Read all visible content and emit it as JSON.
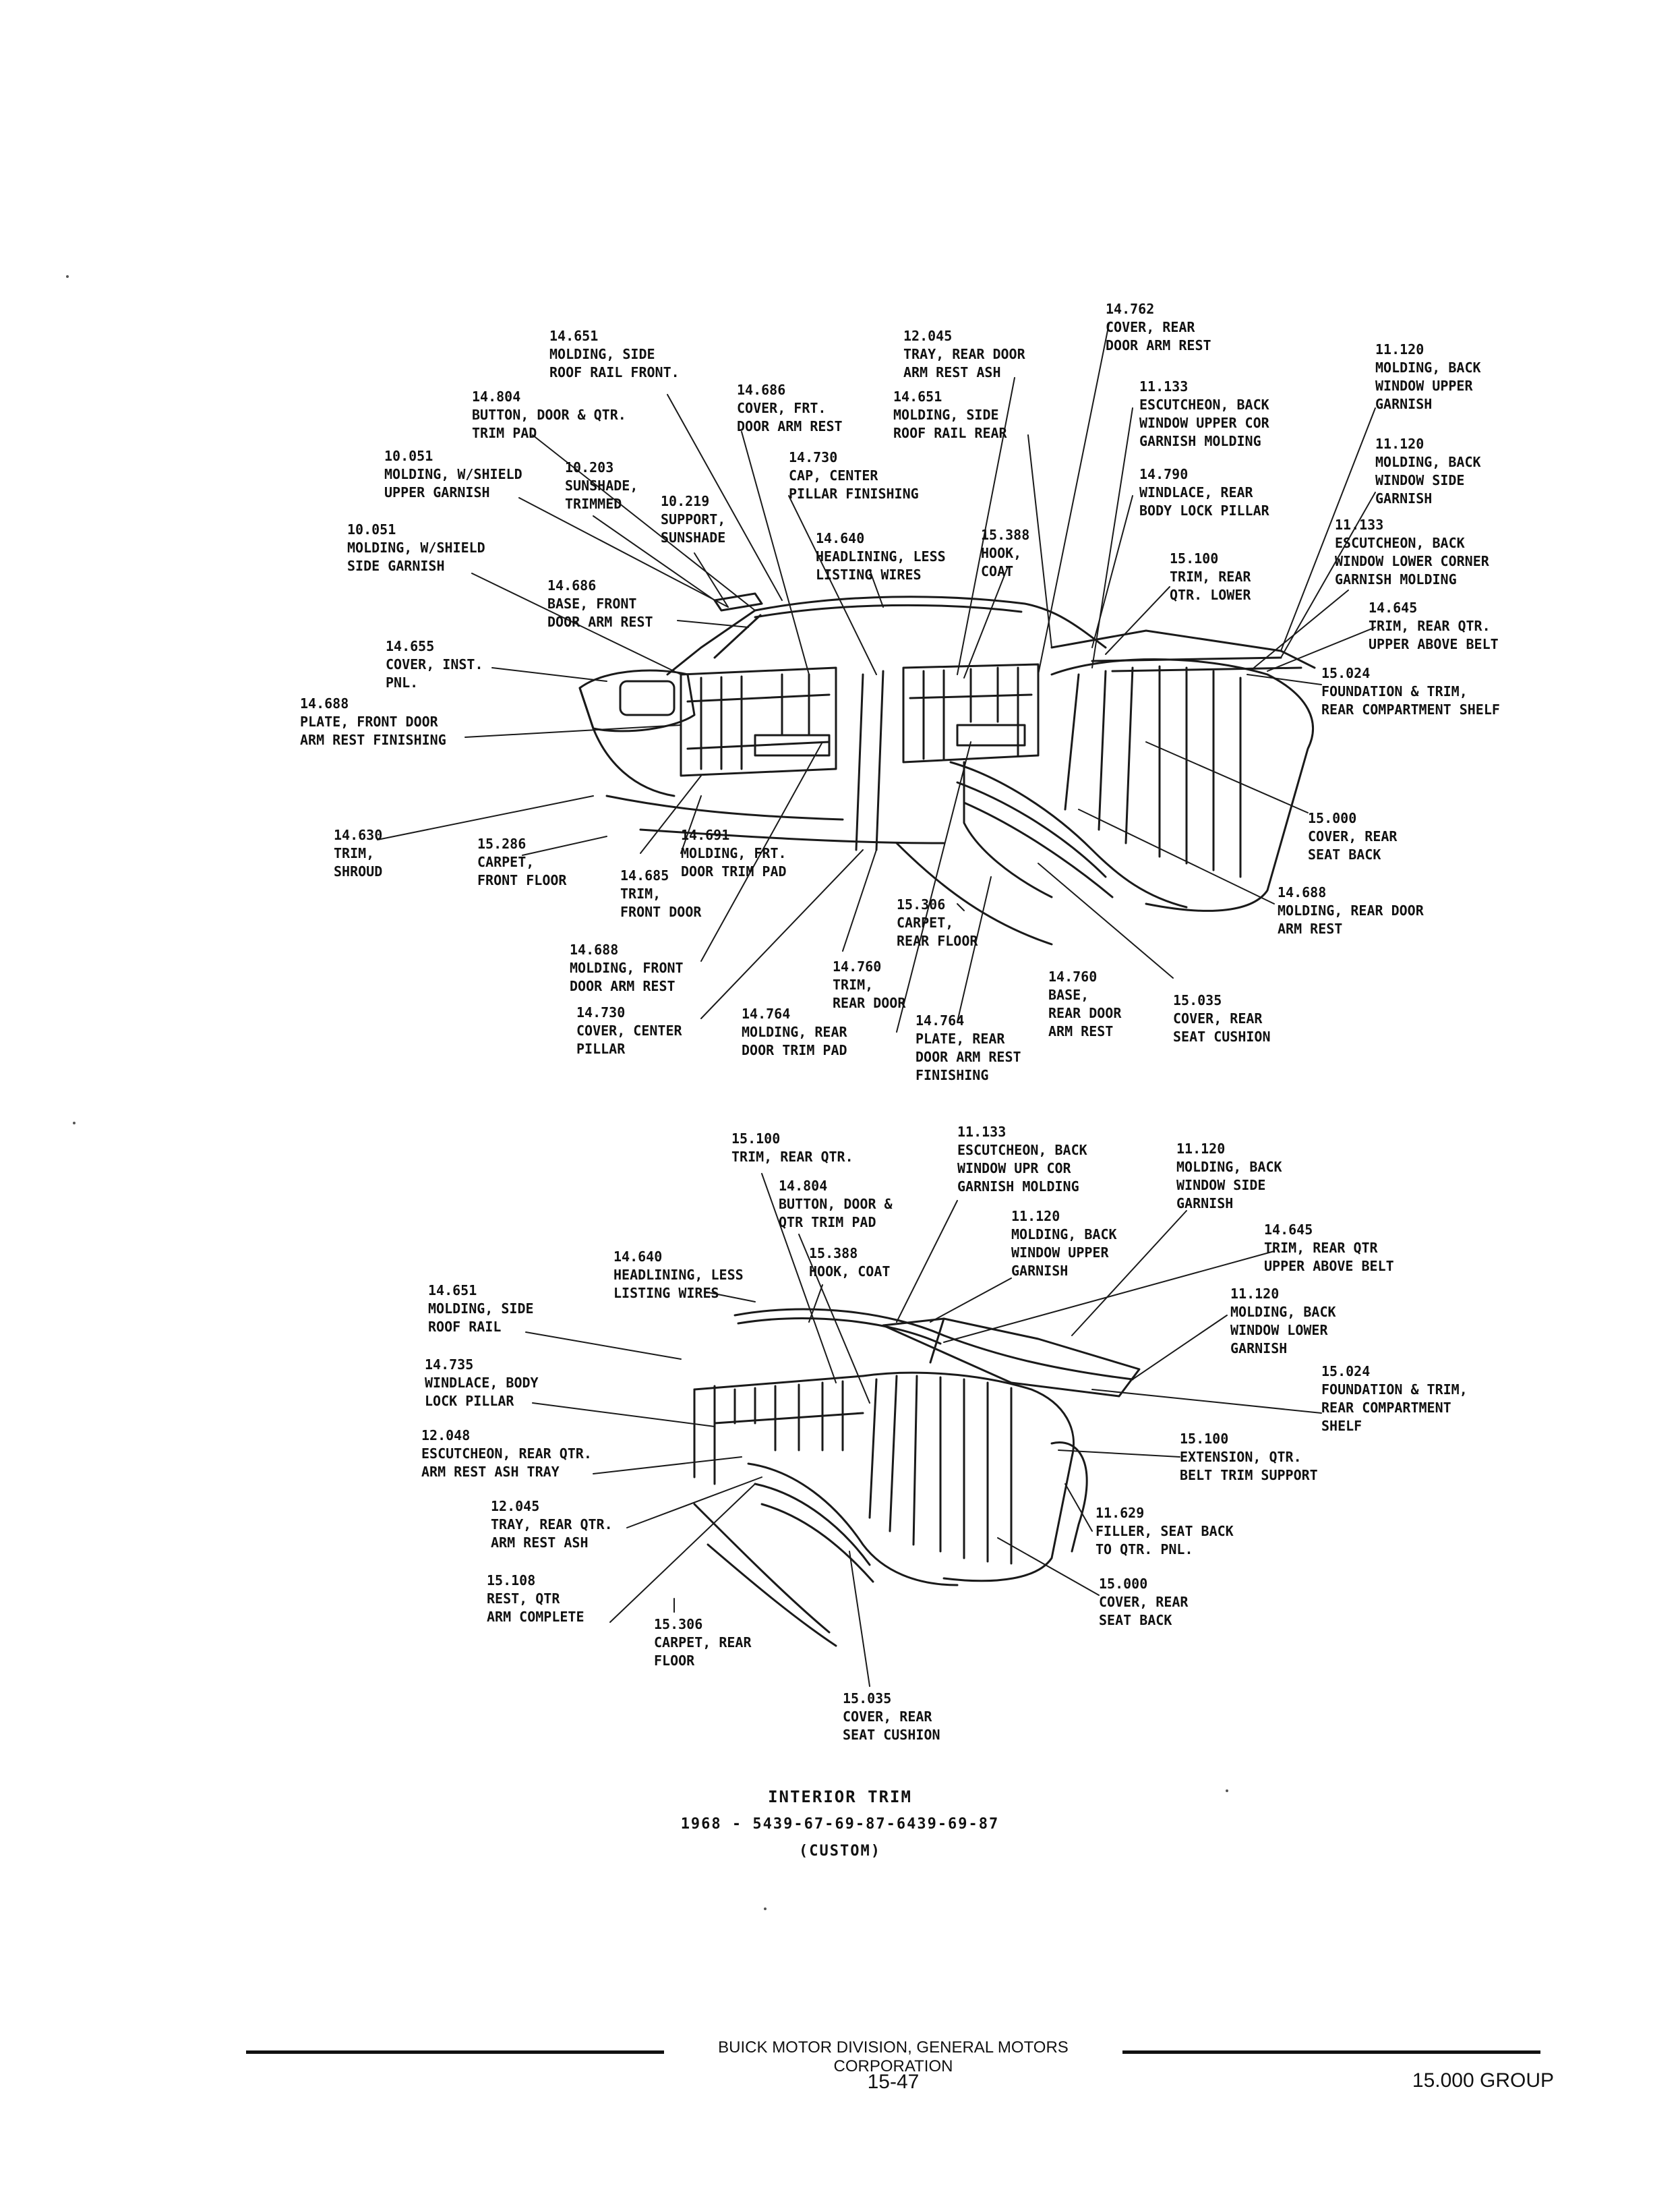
{
  "callouts_top": [
    [
      "14.651",
      "MOLDING, SIDE",
      "ROOF RAIL FRONT."
    ],
    [
      "14.804",
      "BUTTON, DOOR & QTR.",
      "TRIM PAD"
    ],
    [
      "10.051",
      "MOLDING, W/SHIELD",
      "UPPER GARNISH"
    ],
    [
      "10.203",
      "SUNSHADE,",
      "TRIMMED"
    ],
    [
      "10.219",
      "SUPPORT,",
      "SUNSHADE"
    ],
    [
      "10.051",
      "MOLDING, W/SHIELD",
      "SIDE GARNISH"
    ],
    [
      "14.686",
      "BASE, FRONT",
      "DOOR ARM REST"
    ],
    [
      "14.655",
      "COVER, INST.",
      "PNL."
    ],
    [
      "14.688",
      "PLATE, FRONT DOOR",
      "ARM REST FINISHING"
    ],
    [
      "14.686",
      "COVER, FRT.",
      "DOOR ARM REST"
    ],
    [
      "12.045",
      "TRAY, REAR DOOR",
      "ARM REST ASH"
    ],
    [
      "14.651",
      "MOLDING, SIDE",
      "ROOF RAIL REAR"
    ],
    [
      "14.730",
      "CAP, CENTER",
      "PILLAR FINISHING"
    ],
    [
      "14.640",
      "HEADLINING, LESS",
      "LISTING WIRES"
    ],
    [
      "15.388",
      "HOOK,",
      "COAT"
    ],
    [
      "14.762",
      "COVER, REAR",
      "DOOR ARM REST"
    ],
    [
      "11.133",
      "ESCUTCHEON, BACK",
      "WINDOW UPPER COR",
      "GARNISH MOLDING"
    ],
    [
      "14.790",
      "WINDLACE, REAR",
      "BODY LOCK PILLAR"
    ],
    [
      "15.100",
      "TRIM, REAR",
      "QTR. LOWER"
    ],
    [
      "11.120",
      "MOLDING, BACK",
      "WINDOW UPPER",
      "GARNISH"
    ],
    [
      "11.120",
      "MOLDING, BACK",
      "WINDOW SIDE",
      "GARNISH"
    ],
    [
      "11.133",
      "ESCUTCHEON, BACK",
      "WINDOW LOWER CORNER",
      "GARNISH MOLDING"
    ],
    [
      "14.645",
      "TRIM, REAR QTR.",
      "UPPER ABOVE BELT"
    ],
    [
      "15.024",
      "FOUNDATION & TRIM,",
      "REAR COMPARTMENT SHELF"
    ],
    [
      "15.000",
      "COVER, REAR",
      "SEAT BACK"
    ],
    [
      "14.688",
      "MOLDING, REAR DOOR",
      "ARM REST"
    ],
    [
      "15.035",
      "COVER, REAR",
      "SEAT CUSHION"
    ],
    [
      "14.630",
      "TRIM,",
      "SHROUD"
    ],
    [
      "15.286",
      "CARPET,",
      "FRONT FLOOR"
    ],
    [
      "14.685",
      "TRIM,",
      "FRONT DOOR"
    ],
    [
      "14.691",
      "MOLDING, FRT.",
      "DOOR TRIM PAD"
    ],
    [
      "15.306",
      "CARPET,",
      "REAR FLOOR"
    ],
    [
      "14.688",
      "MOLDING, FRONT",
      "DOOR ARM REST"
    ],
    [
      "14.760",
      "TRIM,",
      "REAR DOOR"
    ],
    [
      "14.760",
      "BASE,",
      "REAR DOOR",
      "ARM REST"
    ],
    [
      "14.730",
      "COVER, CENTER",
      "PILLAR"
    ],
    [
      "14.764",
      "MOLDING, REAR",
      "DOOR TRIM PAD"
    ],
    [
      "14.764",
      "PLATE, REAR",
      "DOOR ARM REST",
      "FINISHING"
    ]
  ],
  "callouts_bottom": [
    [
      "15.100",
      "TRIM, REAR QTR."
    ],
    [
      "11.133",
      "ESCUTCHEON, BACK",
      "WINDOW UPR COR",
      "GARNISH MOLDING"
    ],
    [
      "11.120",
      "MOLDING, BACK",
      "WINDOW SIDE",
      "GARNISH"
    ],
    [
      "14.804",
      "BUTTON, DOOR &",
      "QTR TRIM PAD"
    ],
    [
      "11.120",
      "MOLDING, BACK",
      "WINDOW UPPER",
      "GARNISH"
    ],
    [
      "14.645",
      "TRIM, REAR QTR",
      "UPPER ABOVE BELT"
    ],
    [
      "14.640",
      "HEADLINING, LESS",
      "LISTING WIRES"
    ],
    [
      "15.388",
      "HOOK, COAT"
    ],
    [
      "14.651",
      "MOLDING, SIDE",
      "ROOF RAIL"
    ],
    [
      "11.120",
      "MOLDING, BACK",
      "WINDOW LOWER",
      "GARNISH"
    ],
    [
      "14.735",
      "WINDLACE, BODY",
      "LOCK PILLAR"
    ],
    [
      "15.024",
      "FOUNDATION & TRIM,",
      "REAR COMPARTMENT",
      "SHELF"
    ],
    [
      "12.048",
      "ESCUTCHEON, REAR QTR.",
      "ARM REST ASH TRAY"
    ],
    [
      "15.100",
      "EXTENSION, QTR.",
      "BELT TRIM SUPPORT"
    ],
    [
      "12.045",
      "TRAY, REAR QTR.",
      "ARM REST ASH"
    ],
    [
      "11.629",
      "FILLER, SEAT BACK",
      "TO QTR. PNL."
    ],
    [
      "15.108",
      "REST, QTR",
      "ARM COMPLETE"
    ],
    [
      "15.000",
      "COVER, REAR",
      "SEAT BACK"
    ],
    [
      "15.306",
      "CARPET, REAR",
      "FLOOR"
    ],
    [
      "15.035",
      "COVER, REAR",
      "SEAT CUSHION"
    ]
  ],
  "caption": {
    "title": "INTERIOR TRIM",
    "models": "1968 - 5439-67-69-87-6439-69-87",
    "series": "(CUSTOM)"
  },
  "footer": {
    "division": "BUICK MOTOR DIVISION, GENERAL MOTORS CORPORATION",
    "page_number": "15-47",
    "group": "15.000 GROUP"
  }
}
